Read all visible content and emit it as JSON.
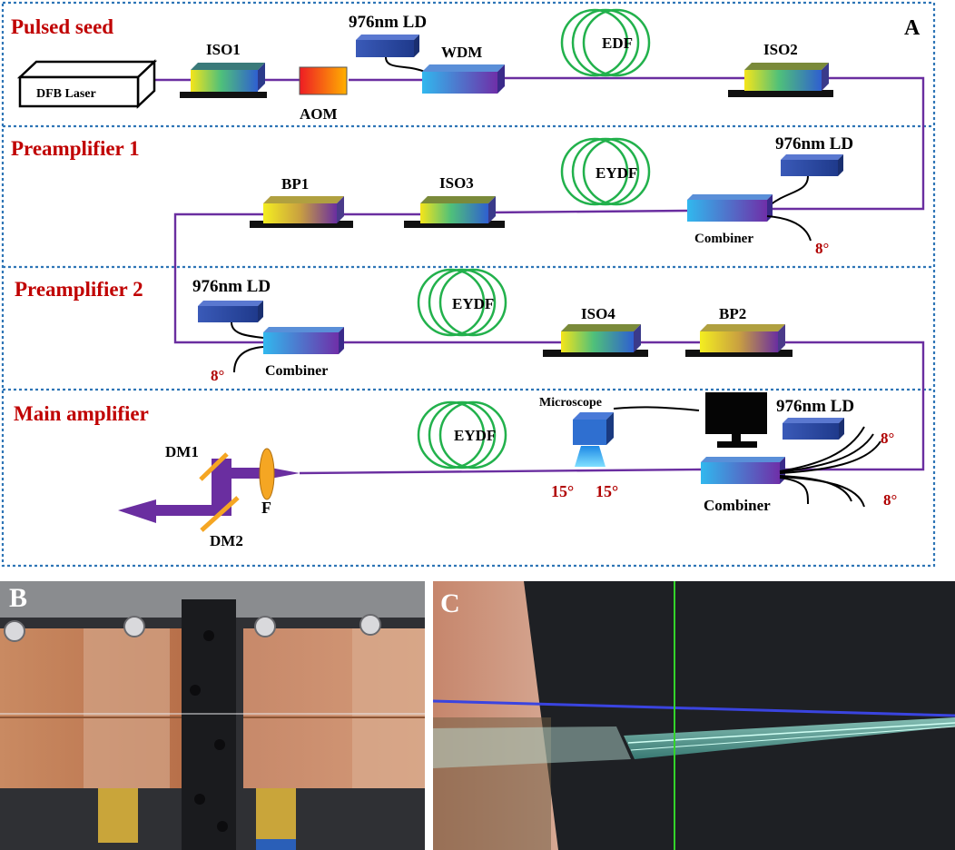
{
  "panel_a": {
    "letter": "A",
    "sections": [
      "Pulsed seed",
      "Preamplifier 1",
      "Preamplifier 2",
      "Main amplifier"
    ],
    "pulsed_seed": {
      "dfb": "DFB Laser",
      "iso1": "ISO1",
      "aom": "AOM",
      "ld": "976nm LD",
      "wdm": "WDM",
      "edf": "EDF",
      "iso2": "ISO2"
    },
    "pre1": {
      "ld": "976nm LD",
      "combiner": "Combiner",
      "angle": "8°",
      "eydf": "EYDF",
      "iso3": "ISO3",
      "bp1": "BP1"
    },
    "pre2": {
      "ld": "976nm LD",
      "combiner": "Combiner",
      "angle": "8°",
      "eydf": "EYDF",
      "iso4": "ISO4",
      "bp2": "BP2"
    },
    "main": {
      "microscope": "Microscope",
      "eydf": "EYDF",
      "angle_left": "15°",
      "angle_right": "15°",
      "ld": "976nm LD",
      "combiner": "Combiner",
      "angle_top": "8°",
      "angle_bottom": "8°",
      "dm1": "DM1",
      "dm2": "DM2",
      "lens": "F"
    }
  },
  "panel_b": {
    "letter": "B"
  },
  "panel_c": {
    "letter": "C"
  },
  "colors": {
    "fiber": "#6a2ea0",
    "section_title": "#c00000",
    "coil": "#22b14c",
    "border": "#2e75b6"
  }
}
